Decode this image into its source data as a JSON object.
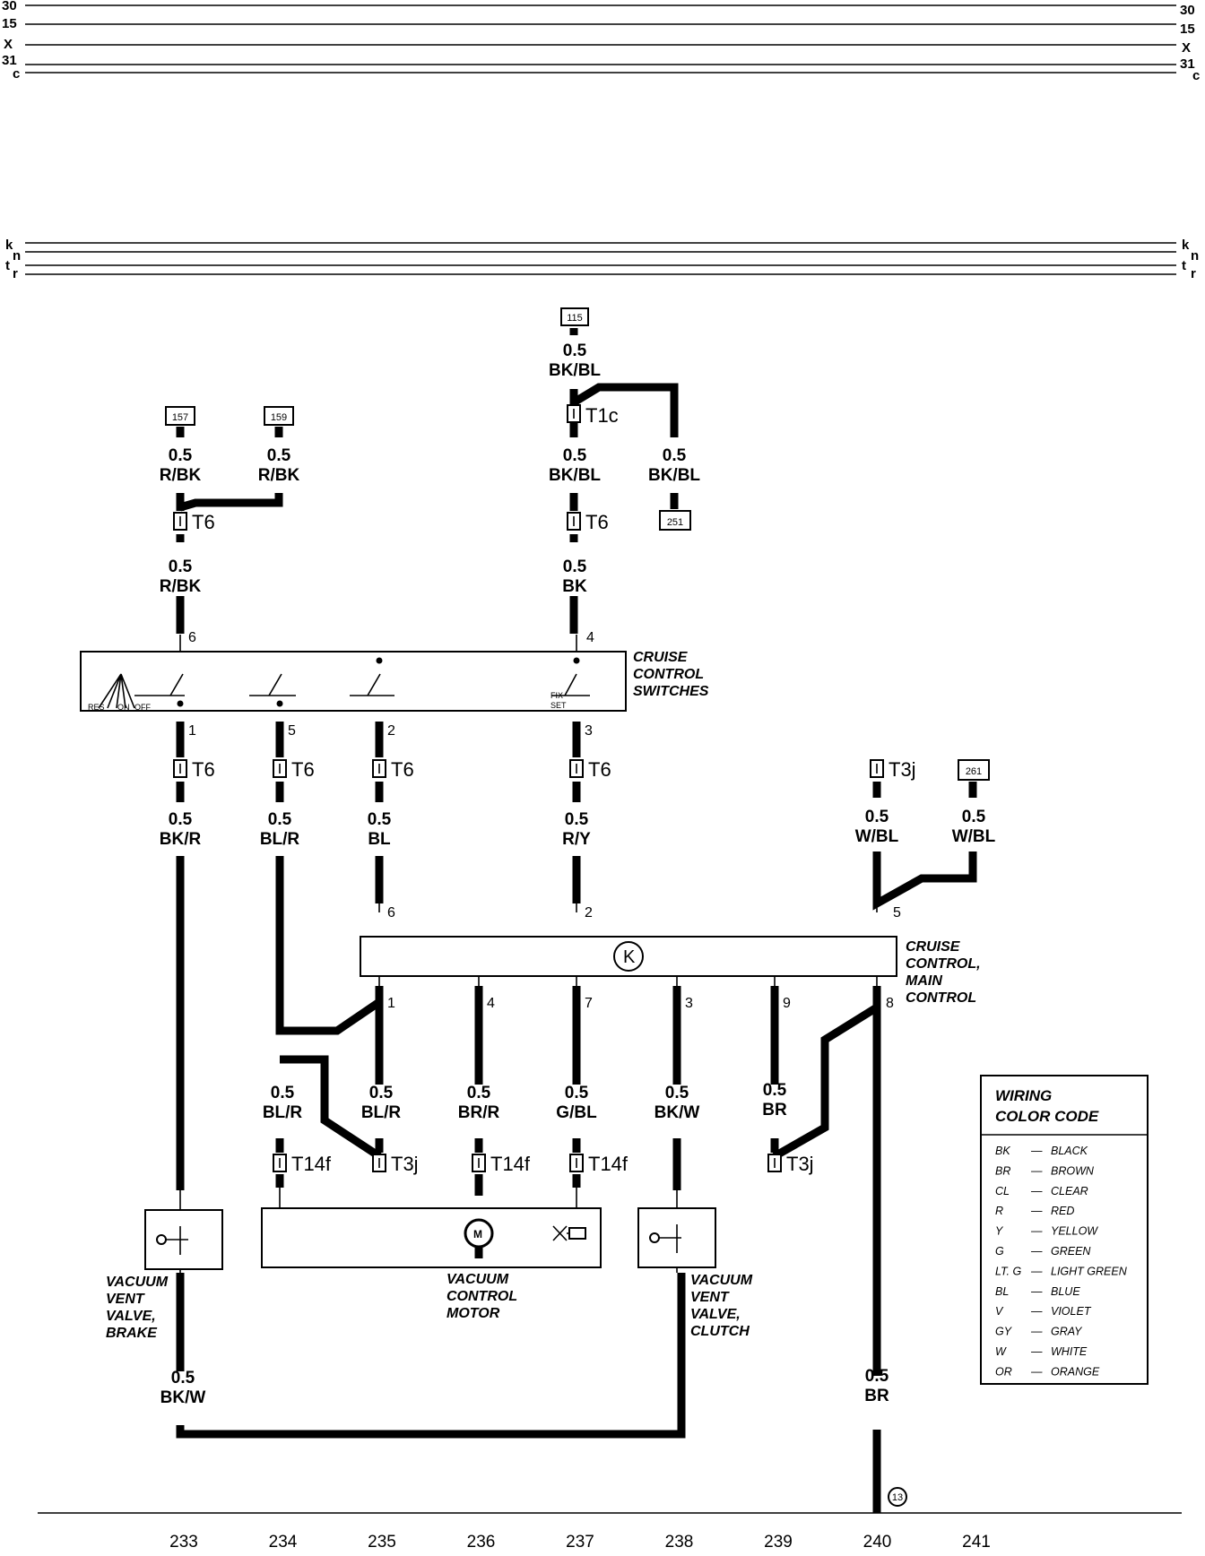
{
  "bus_top": {
    "labels": [
      "30",
      "15",
      "X",
      "31",
      "c"
    ]
  },
  "bus_mid": {
    "labels": [
      "k",
      "n",
      "t",
      "r"
    ]
  },
  "refs": {
    "r115": "115",
    "r157": "157",
    "r159": "159",
    "r251": "251",
    "r261": "261",
    "r13": "13"
  },
  "wires": {
    "w115": [
      "0.5",
      "BK/BL"
    ],
    "w157": [
      "0.5",
      "R/BK"
    ],
    "w159": [
      "0.5",
      "R/BK"
    ],
    "wT1c_left": [
      "0.5",
      "BK/BL"
    ],
    "wT1c_right": [
      "0.5",
      "BK/BL"
    ],
    "w_rbk_sw": [
      "0.5",
      "R/BK"
    ],
    "w_bk_sw": [
      "0.5",
      "BK"
    ],
    "w_sw1": [
      "0.5",
      "BK/R"
    ],
    "w_sw5": [
      "0.5",
      "BL/R"
    ],
    "w_sw2": [
      "0.5",
      "BL"
    ],
    "w_sw3": [
      "0.5",
      "R/Y"
    ],
    "w_T3j_top": [
      "0.5",
      "W/BL"
    ],
    "w_261": [
      "0.5",
      "W/BL"
    ],
    "w_blr_left": [
      "0.5",
      "BL/R"
    ],
    "w_blr": [
      "0.5",
      "BL/R"
    ],
    "w_brr": [
      "0.5",
      "BR/R"
    ],
    "w_gbl": [
      "0.5",
      "G/BL"
    ],
    "w_bkw": [
      "0.5",
      "BK/W"
    ],
    "w_br9": [
      "0.5",
      "BR"
    ],
    "w_bkw_bottom": [
      "0.5",
      "BK/W"
    ],
    "w_br_bottom": [
      "0.5",
      "BR"
    ]
  },
  "connectors": {
    "T1c": "T1c",
    "T6_a": "T6",
    "T6_b": "T6",
    "T6_1": "T6",
    "T6_5": "T6",
    "T6_2": "T6",
    "T6_3": "T6",
    "T3j_top": "T3j",
    "T14f_a": "T14f",
    "T3j_a": "T3j",
    "T14f_b": "T14f",
    "T14f_c": "T14f",
    "T3j_b": "T3j"
  },
  "terminals": {
    "sw6": "6",
    "sw4": "4",
    "sw1": "1",
    "sw5": "5",
    "sw2": "2",
    "sw3": "3",
    "k6": "6",
    "k2": "2",
    "k5": "5",
    "k1": "1",
    "k4": "4",
    "k7": "7",
    "k3": "3",
    "k9": "9",
    "k8": "8"
  },
  "components": {
    "switches": [
      "CRUISE",
      "CONTROL",
      "SWITCHES"
    ],
    "switch_pos": [
      "RES",
      "ON",
      "OFF"
    ],
    "switch_fix": [
      "FIX",
      "SET"
    ],
    "main": [
      "CRUISE",
      "CONTROL,",
      "MAIN",
      "CONTROL"
    ],
    "main_symbol": "K",
    "brake": [
      "VACUUM",
      "VENT",
      "VALVE,",
      "BRAKE"
    ],
    "motor": [
      "VACUUM",
      "CONTROL",
      "MOTOR"
    ],
    "motor_symbol": "M",
    "clutch": [
      "VACUUM",
      "VENT",
      "VALVE,",
      "CLUTCH"
    ]
  },
  "legend": {
    "title": [
      "WIRING",
      "COLOR CODE"
    ],
    "rows": [
      [
        "BK",
        "BLACK"
      ],
      [
        "BR",
        "BROWN"
      ],
      [
        "CL",
        "CLEAR"
      ],
      [
        "R",
        "RED"
      ],
      [
        "Y",
        "YELLOW"
      ],
      [
        "G",
        "GREEN"
      ],
      [
        "LT. G",
        "LIGHT GREEN"
      ],
      [
        "BL",
        "BLUE"
      ],
      [
        "V",
        "VIOLET"
      ],
      [
        "GY",
        "GRAY"
      ],
      [
        "W",
        "WHITE"
      ],
      [
        "OR",
        "ORANGE"
      ]
    ]
  },
  "columns": [
    "233",
    "234",
    "235",
    "236",
    "237",
    "238",
    "239",
    "240",
    "241"
  ]
}
